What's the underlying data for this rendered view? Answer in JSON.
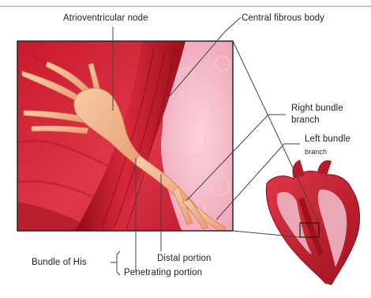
{
  "labels": {
    "av_node": "Atrioventricular node",
    "central_fibrous_body": "Central fibrous body",
    "right_bundle_branch_1": "Right bundle",
    "right_bundle_branch_2": "branch",
    "left_bundle_branch_1": "Left bundle",
    "left_bundle_branch_2": "branch",
    "distal_portion": "Distal portion",
    "penetrating_portion": "Penetrating portion",
    "bundle_of_his": "Bundle of His"
  },
  "colors": {
    "muscle_dark": "#a3101c",
    "muscle_mid": "#cc2233",
    "muscle_light": "#e23a48",
    "fibrous_pink": "#f4b4c3",
    "conduction_tissue": "#f3b08a",
    "leader_line": "#444444",
    "frame": "#1a1a1a"
  }
}
